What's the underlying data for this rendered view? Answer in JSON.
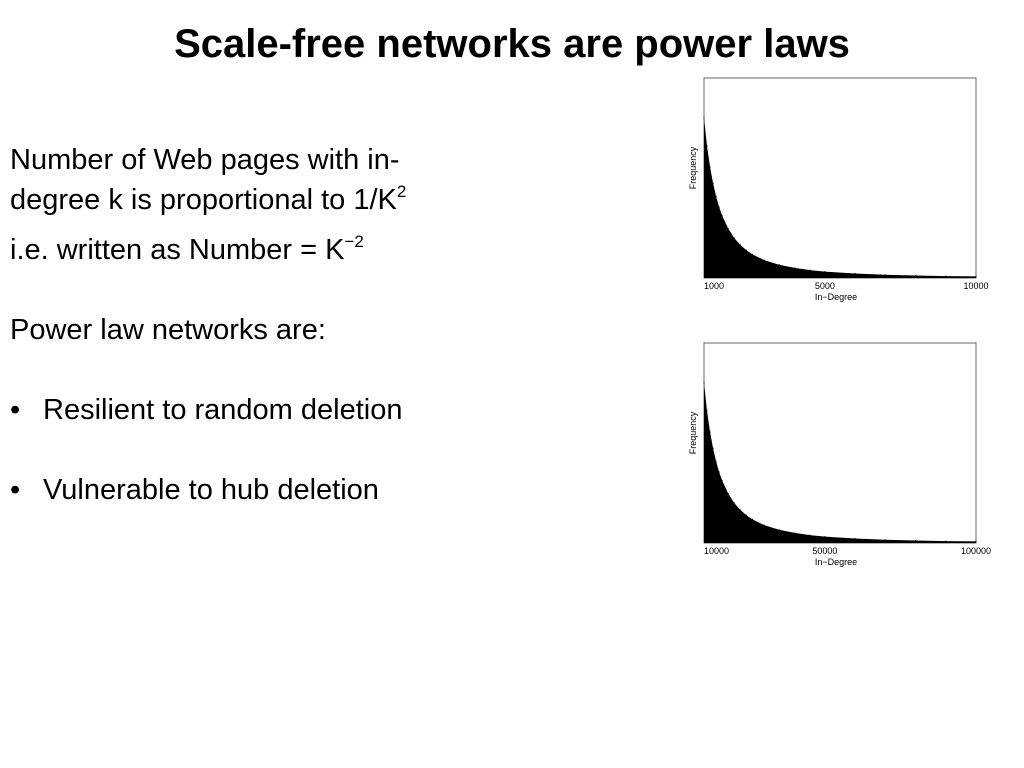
{
  "slide": {
    "title": "Scale-free networks are power laws",
    "para1": "Number of Web pages with in-degree k is proportional to 1/K",
    "para1_sup": "2",
    "para2": "i.e. written as Number = K",
    "para2_sup": "−2",
    "para3": "Power law networks are:",
    "bullets": [
      {
        "marker": "•",
        "text": "Resilient to random deletion"
      },
      {
        "marker": "•",
        "text": "Vulnerable to hub deletion"
      }
    ]
  },
  "chart_data": [
    {
      "type": "area",
      "title": "",
      "xlabel": "In−Degree",
      "ylabel": "Frequency",
      "x_ticks": [
        "1000",
        "5000",
        "10000"
      ],
      "xlim": [
        1000,
        10000
      ],
      "x": [
        1000,
        1100,
        1200,
        1300,
        1400,
        1500,
        1600,
        1800,
        2000,
        2200,
        2400,
        2600,
        3000,
        3500,
        4000,
        4500,
        5000,
        6000,
        7000,
        8000,
        9000,
        10000
      ],
      "y": [
        1.0,
        0.826,
        0.694,
        0.592,
        0.51,
        0.444,
        0.391,
        0.309,
        0.25,
        0.207,
        0.174,
        0.148,
        0.111,
        0.082,
        0.063,
        0.049,
        0.04,
        0.028,
        0.02,
        0.016,
        0.012,
        0.01
      ],
      "grid": false,
      "fill_color": "#000000"
    },
    {
      "type": "area",
      "title": "",
      "xlabel": "In−Degree",
      "ylabel": "Frequency",
      "x_ticks": [
        "10000",
        "50000",
        "100000"
      ],
      "xlim": [
        10000,
        100000
      ],
      "x": [
        10000,
        11000,
        12000,
        13000,
        14000,
        15000,
        16000,
        18000,
        20000,
        22000,
        24000,
        26000,
        30000,
        35000,
        40000,
        45000,
        50000,
        60000,
        70000,
        80000,
        90000,
        100000
      ],
      "y": [
        1.0,
        0.826,
        0.694,
        0.592,
        0.51,
        0.444,
        0.391,
        0.309,
        0.25,
        0.207,
        0.174,
        0.148,
        0.111,
        0.082,
        0.063,
        0.049,
        0.04,
        0.028,
        0.02,
        0.016,
        0.012,
        0.01
      ],
      "grid": false,
      "fill_color": "#000000"
    }
  ]
}
